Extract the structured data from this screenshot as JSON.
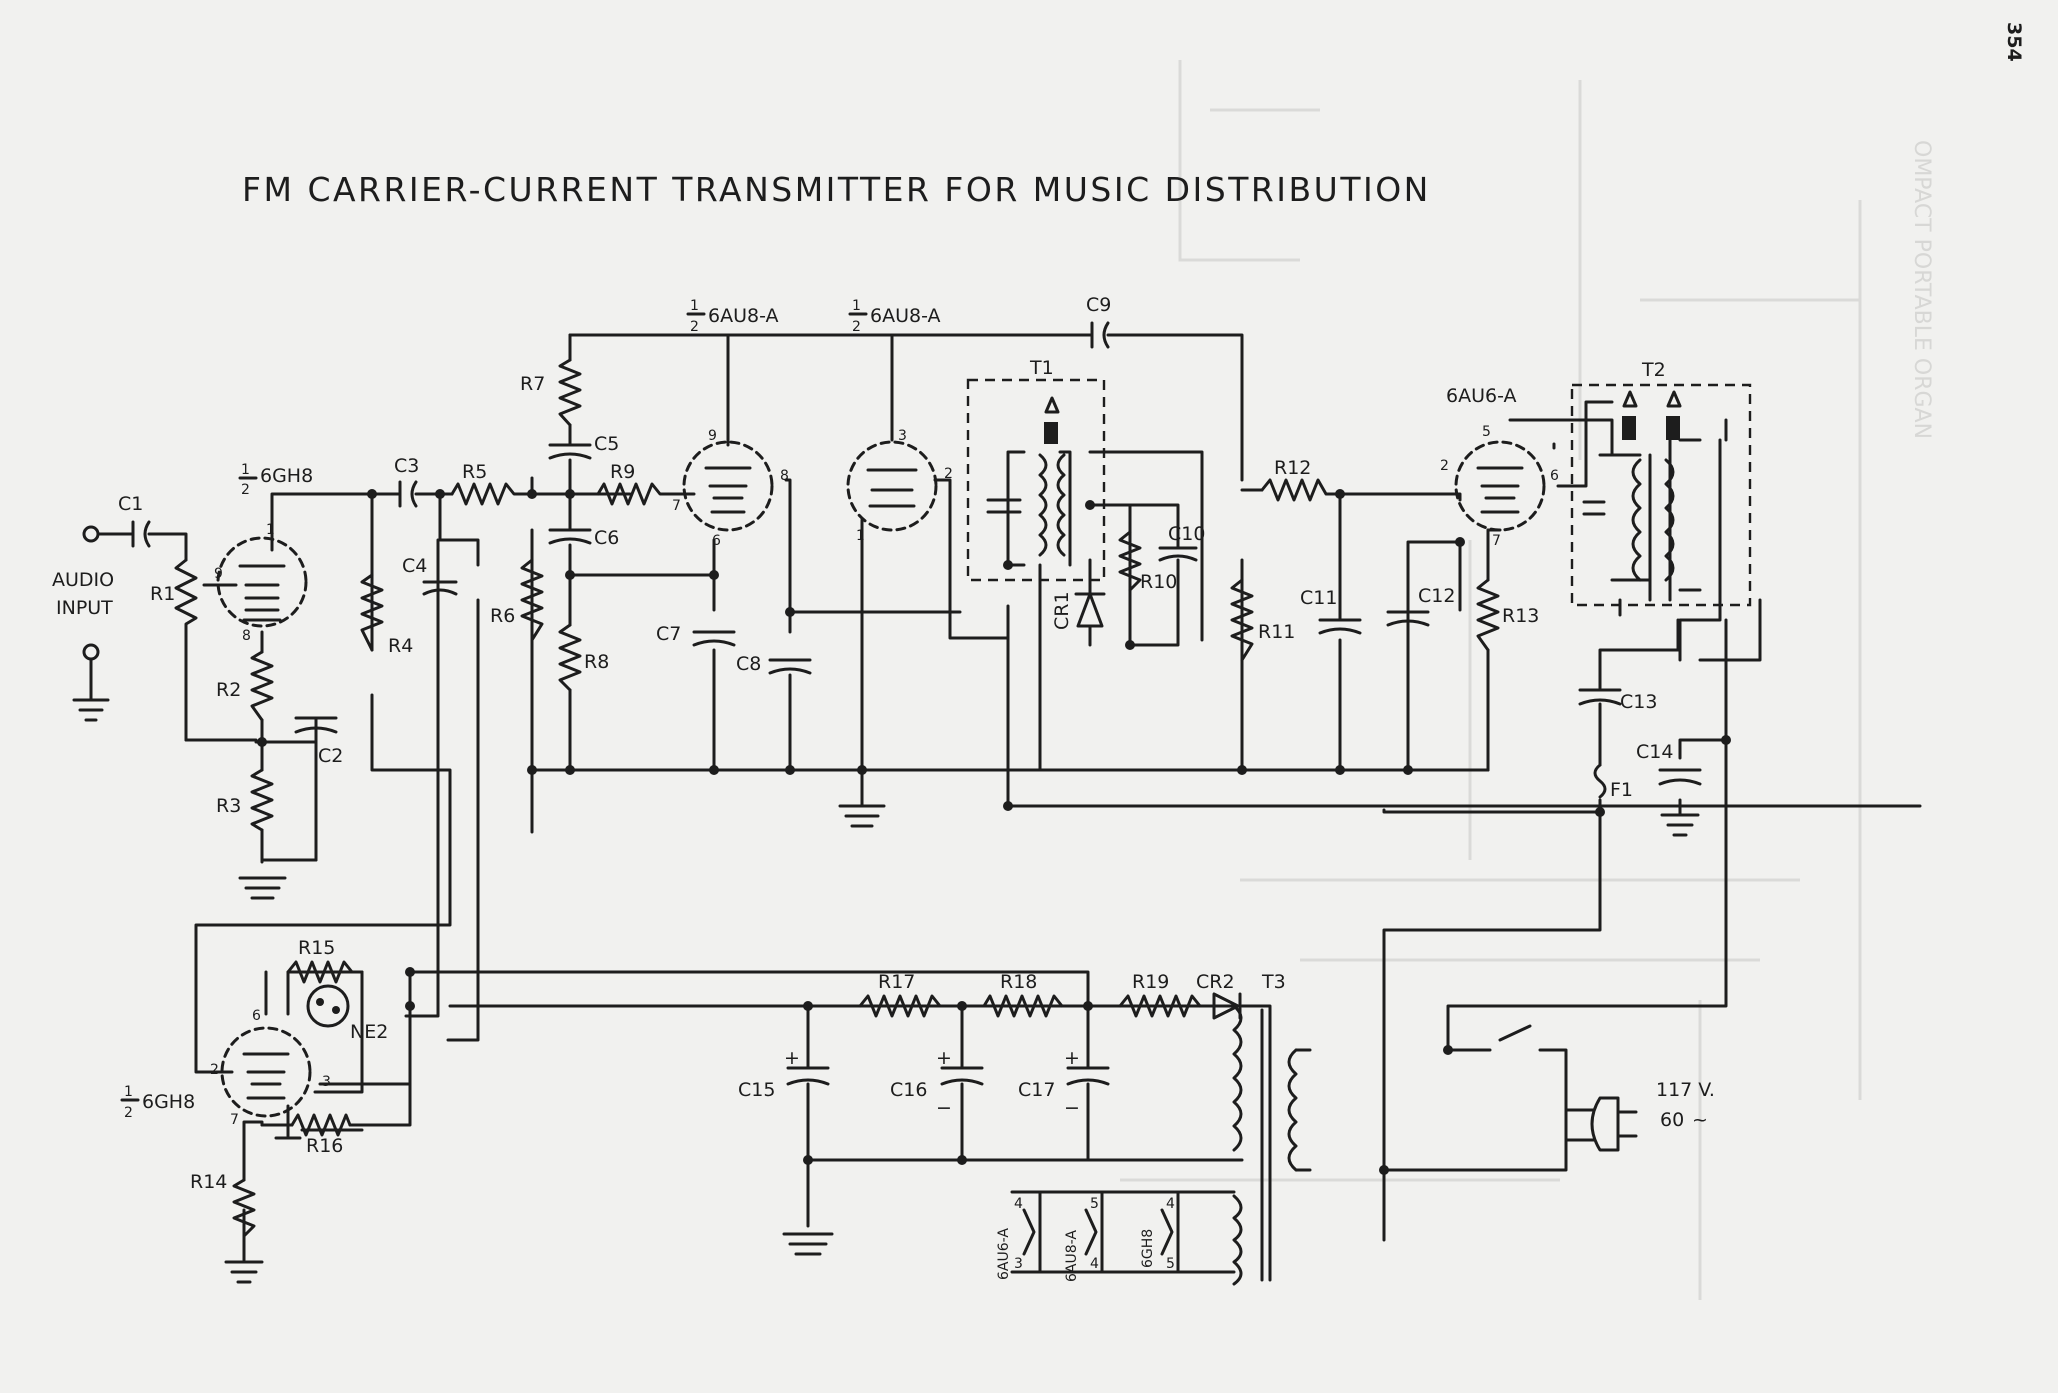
{
  "page": {
    "title": "FM CARRIER-CURRENT TRANSMITTER FOR MUSIC DISTRIBUTION",
    "page_number": "354",
    "bleed_through_text": "OMPACT PORTABLE ORGAN"
  },
  "inputs": {
    "audio": "AUDIO",
    "input": "INPUT"
  },
  "tubes": {
    "v1": {
      "half": "1",
      "den": "2",
      "type": "6GH8",
      "pins": [
        "1",
        "9",
        "8"
      ]
    },
    "v2": {
      "half": "1",
      "den": "2",
      "type": "6AU8-A",
      "pins": [
        "9",
        "8",
        "7",
        "6"
      ]
    },
    "v3": {
      "half": "1",
      "den": "2",
      "type": "6AU8-A",
      "pins": [
        "3",
        "2",
        "1"
      ]
    },
    "v4": {
      "type": "6AU6-A",
      "pins": [
        "5",
        "2",
        "6",
        "7"
      ]
    },
    "v5": {
      "half": "1",
      "den": "2",
      "type": "6GH8",
      "pins": [
        "6",
        "2",
        "3",
        "7"
      ]
    }
  },
  "resistors": [
    "R1",
    "R2",
    "R3",
    "R4",
    "R5",
    "R6",
    "R7",
    "R8",
    "R9",
    "R10",
    "R11",
    "R12",
    "R13",
    "R14",
    "R15",
    "R16",
    "R17",
    "R18",
    "R19"
  ],
  "capacitors": [
    "C1",
    "C2",
    "C3",
    "C4",
    "C5",
    "C6",
    "C7",
    "C8",
    "C9",
    "C10",
    "C11",
    "C12",
    "C13",
    "C14",
    "C15",
    "C16",
    "C17"
  ],
  "polarity": {
    "plus": "+",
    "minus": "−"
  },
  "diodes": [
    "CR1",
    "CR2"
  ],
  "transformers": [
    "T1",
    "T2",
    "T3"
  ],
  "neon": "NE2",
  "fuse": "F1",
  "power": {
    "voltage": "117 V.",
    "freq": "60",
    "ac_symbol": "~"
  },
  "heaters": [
    {
      "type": "6AU6-A",
      "pin_top": "4",
      "pin_bottom": "3"
    },
    {
      "type": "6AU8-A",
      "pin_top": "5",
      "pin_bottom": "4"
    },
    {
      "type": "6GH8",
      "pin_top": "4",
      "pin_bottom": "5"
    }
  ]
}
